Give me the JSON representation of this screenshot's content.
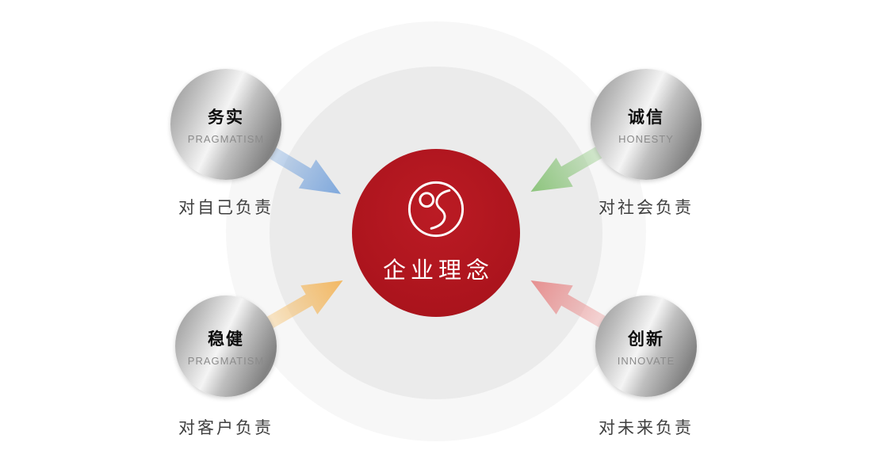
{
  "center": {
    "title": "企业理念",
    "logo_icon": "swoosh-s-logo-icon",
    "bg_color": "#ac141d",
    "text_color": "#ffffff"
  },
  "background": {
    "outer_circle_color": "#f7f7f7",
    "inner_circle_color": "#ebebeb"
  },
  "nodes": [
    {
      "position": "top-left",
      "zh": "务实",
      "en": "PRAGMATISM",
      "caption": "对自己负责",
      "arrow_color": "#7fa8dc",
      "arrow_direction": "down-right"
    },
    {
      "position": "top-right",
      "zh": "诚信",
      "en": "HONESTY",
      "caption": "对社会负责",
      "arrow_color": "#8cc47c",
      "arrow_direction": "down-left"
    },
    {
      "position": "bottom-left",
      "zh": "稳健",
      "en": "PRAGMATISM",
      "caption": "对客户负责",
      "arrow_color": "#f2b863",
      "arrow_direction": "up-right"
    },
    {
      "position": "bottom-right",
      "zh": "创新",
      "en": "INNOVATE",
      "caption": "对未来负责",
      "arrow_color": "#e68f8f",
      "arrow_direction": "up-left"
    }
  ]
}
